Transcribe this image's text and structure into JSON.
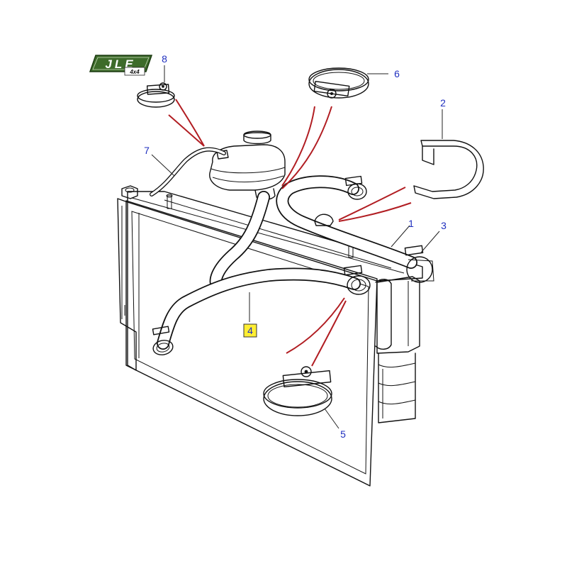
{
  "logo": {
    "text": "JLE",
    "sub": "4x4",
    "color": "#3d6b2a"
  },
  "callouts": [
    {
      "id": "1",
      "label": "1",
      "highlighted": false
    },
    {
      "id": "2",
      "label": "2",
      "highlighted": false
    },
    {
      "id": "3",
      "label": "3",
      "highlighted": false
    },
    {
      "id": "4",
      "label": "4",
      "highlighted": true
    },
    {
      "id": "5",
      "label": "5",
      "highlighted": false
    },
    {
      "id": "6",
      "label": "6",
      "highlighted": false
    },
    {
      "id": "7",
      "label": "7",
      "highlighted": false
    },
    {
      "id": "8",
      "label": "8",
      "highlighted": false
    }
  ],
  "colors": {
    "callout_text": "#1f2fbf",
    "leader_red": "#b11d22",
    "highlight_fill": "#ffee33",
    "line": "#111111"
  }
}
